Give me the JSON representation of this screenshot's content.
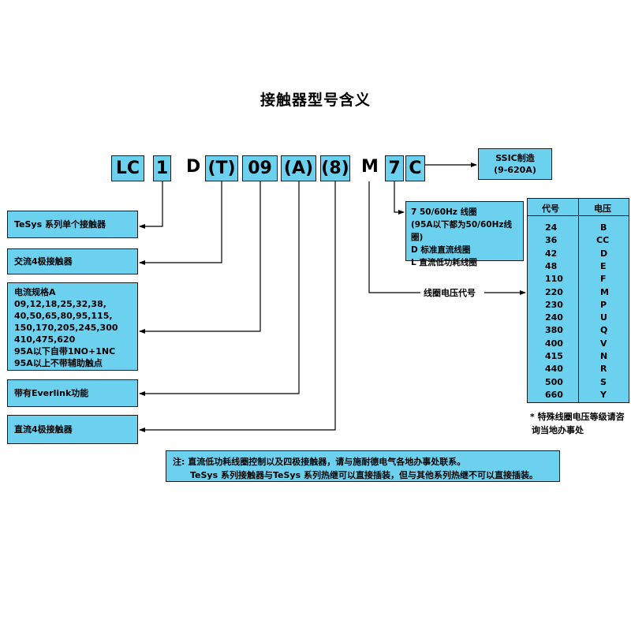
{
  "title": "接触器型号含义",
  "codes": {
    "lc": "LC",
    "one": "1",
    "d": "D",
    "t": "(T)",
    "size": "09",
    "a": "(A)",
    "eight": "(8)",
    "m": "M",
    "seven": "7",
    "c": "C"
  },
  "ssic": [
    "SSIC制造",
    "(9-620A)"
  ],
  "labels": {
    "tesys": "TeSys 系列单个接触器",
    "ac4": "交流4极接触器",
    "current": [
      "电流规格A",
      "09,12,18,25,32,38,",
      "40,50,65,80,95,115,",
      "150,170,205,245,300",
      "410,475,620",
      "95A以下自带1NO+1NC",
      "95A以上不带辅助触点"
    ],
    "everlink": "带有Everlink功能",
    "dc4": "直流4极接触器"
  },
  "coil_type": [
    "7 50/60Hz 线圈",
    "(95A以下都为50/60Hz线圈)",
    "D 标准直流线圈",
    "L 直流低功耗线圈"
  ],
  "coil_voltage_label": "线圈电压代号",
  "voltage_table": {
    "headers": [
      "代号",
      "电压"
    ],
    "rows": [
      [
        "24",
        "B"
      ],
      [
        "36",
        "CC"
      ],
      [
        "42",
        "D"
      ],
      [
        "48",
        "E"
      ],
      [
        "110",
        "F"
      ],
      [
        "220",
        "M"
      ],
      [
        "230",
        "P"
      ],
      [
        "240",
        "U"
      ],
      [
        "380",
        "Q"
      ],
      [
        "400",
        "V"
      ],
      [
        "415",
        "N"
      ],
      [
        "440",
        "R"
      ],
      [
        "500",
        "S"
      ],
      [
        "660",
        "Y"
      ]
    ]
  },
  "special_note": [
    "* 特殊线圈电压等级请咨",
    "询当地办事处"
  ],
  "bottom_note": [
    "注: 直流低功耗线圈控制以及四极接触器，请与施耐德电气各地办事处联系。",
    "TeSys 系列接触器与TeSys 系列热继可以直接插装，但与其他系列热继不可以直接插装。"
  ],
  "colors": {
    "box": "#6cd0ef",
    "border": "#1a1a1a"
  }
}
